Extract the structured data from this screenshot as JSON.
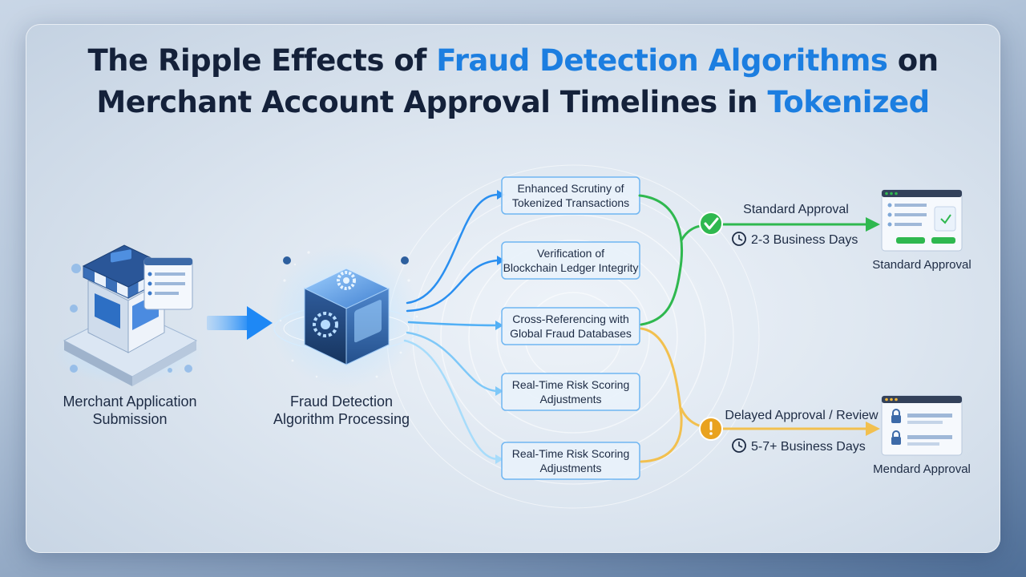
{
  "title": {
    "part1": "The Ripple Effects of ",
    "highlight1": "Fraud Detection Algorithms",
    "part2": " on",
    "line2": "Merchant Account Approval Timelines in ",
    "highlight2": "Tokenized"
  },
  "stages": {
    "submission": {
      "line1": "Merchant Application",
      "line2": "Submission"
    },
    "processing": {
      "line1": "Fraud Detection",
      "line2": "Algorithm Processing"
    }
  },
  "checks": [
    {
      "line1": "Enhanced Scrutiny of",
      "line2": "Tokenized Transactions"
    },
    {
      "line1": "Verification of",
      "line2": "Blockchain Ledger Integrity"
    },
    {
      "line1": "Cross-Referencing with",
      "line2": "Global Fraud Databases"
    },
    {
      "line1": "Real-Time Risk Scoring",
      "line2": "Adjustments"
    },
    {
      "line1": "Real-Time Risk Scoring",
      "line2": "Adjustments"
    }
  ],
  "outcomes": {
    "standard": {
      "label": "Standard Approval",
      "duration": "2-3 Business Days",
      "caption": "Standard Approval",
      "color": "#2fb84f"
    },
    "delayed": {
      "label": "Delayed Approval / Review",
      "duration": "5-7+ Business Days",
      "caption": "Mendard Approval",
      "color": "#f2b63a"
    }
  },
  "colors": {
    "accent": "#1c7ee0",
    "flow": "#2a8ff0",
    "standard": "#2fb84f",
    "delayed": "#f2b63a",
    "warning": "#e9a21f"
  },
  "icons": [
    "storefront-icon",
    "document-icon",
    "arrow-right-icon",
    "fraud-cube-icon",
    "gear-icon",
    "check-circle-icon",
    "warning-icon",
    "clock-icon",
    "approval-window-icon",
    "lock-icon"
  ]
}
